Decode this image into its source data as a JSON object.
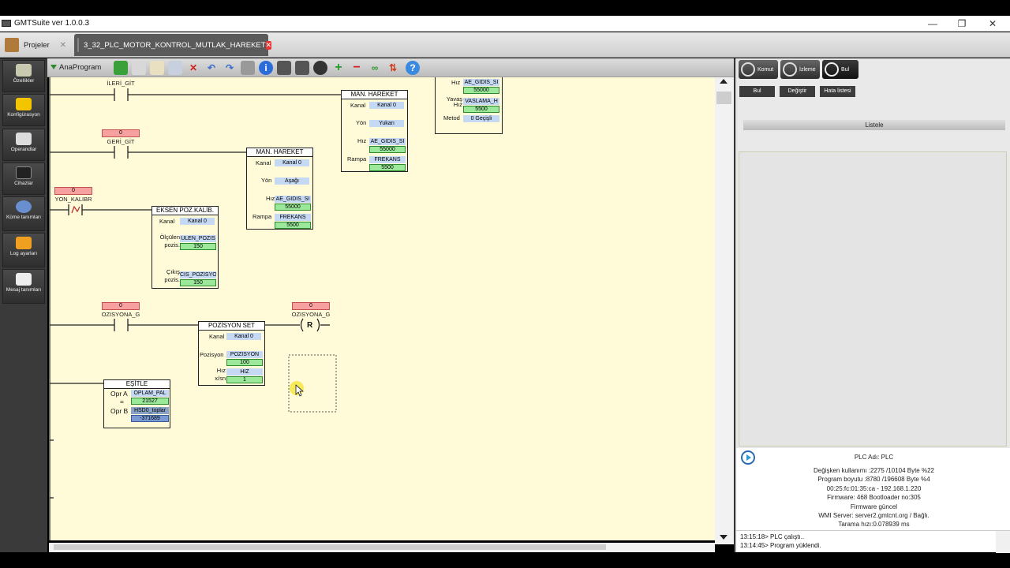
{
  "window": {
    "title": "GMTSuite ver 1.0.0.3",
    "min": "—",
    "max": "❐",
    "close": "✕"
  },
  "tabs": {
    "projects": "Projeler",
    "active": "3_32_PLC_MOTOR_KONTROL_MUTLAK_HAREKET",
    "close": "✕"
  },
  "sidebar": [
    "Özellikler",
    "Konfigürasyon",
    "Operandlar",
    "Cihazlar",
    "Küme tanımları",
    "Log ayarları",
    "Mesaj tanımları"
  ],
  "toolbar": {
    "program": "AnaProgram"
  },
  "rungs": {
    "r1": {
      "contact": "İLERİ_GİT"
    },
    "r2": {
      "value": "0",
      "contact": "GERİ_GİT"
    },
    "r3": {
      "value": "0",
      "contact": "YON_KALIBR"
    },
    "r4": {
      "value": "0",
      "contact": "OZISYONA_G",
      "coil_value": "0",
      "coil_tag": "OZISYONA_G",
      "coil": "R"
    }
  },
  "blocks": {
    "man1": {
      "title": "MAN. HAREKET",
      "kanal_label": "Kanal",
      "kanal": "Kanal 0",
      "yon_label": "Yön",
      "yon": "Yukarı",
      "hiz_label": "Hız",
      "hiz_tag": "AE_GIDIS_SI",
      "hiz_val": "55000",
      "rampa_label": "Rampa",
      "rampa_tag": "FREKANS",
      "rampa_val": "5500"
    },
    "man2": {
      "title": "MAN. HAREKET",
      "kanal_label": "Kanal",
      "kanal": "Kanal 0",
      "yon_label": "Yön",
      "yon": "Aşağı",
      "hiz_label": "Hız",
      "hiz_tag": "AE_GIDIS_SI",
      "hiz_val": "55000",
      "rampa_label": "Rampa",
      "rampa_tag": "FREKANS",
      "rampa_val": "5500"
    },
    "top": {
      "hiz_label": "Hız",
      "hiz_tag": "AE_GIDIS_SI",
      "hiz_val": "55000",
      "yavas_label": "Yavaş Hız",
      "yavas_tag": "VASLAMA_H",
      "yavas_val": "5500",
      "metod_label": "Metod",
      "metod": "0 Geçişli"
    },
    "kalib": {
      "title": "EKSEN POZ.KALİB.",
      "kanal_label": "Kanal",
      "kanal": "Kanal 0",
      "olc_label": "Ölçülen pozis.",
      "olc_tag": "ULEN_POZIS",
      "olc_val": "150",
      "cik_label": "Çıkış pozis.",
      "cik_tag": "CIS_POZISYO",
      "cik_val": "150"
    },
    "pozset": {
      "title": "POZİSYON SET",
      "kanal_label": "Kanal",
      "kanal": "Kanal 0",
      "poz_label": "Pozisyon",
      "poz_tag": "POZISYON",
      "poz_val": "100",
      "hiz_label": "Hız x/sn",
      "hiz_tag": "HIZ",
      "hiz_val": "1"
    },
    "esitle": {
      "title": "EŞİTLE",
      "a_label": "Opr A",
      "a_tag": "OPLAM_PAL",
      "eq": "=",
      "a_val": "21527",
      "b_label": "Opr B",
      "b_tag": "HSD0_toplar",
      "b_val": "-371689"
    }
  },
  "right_panel": {
    "tabs": [
      "Komut",
      "İzleme",
      "Bul"
    ],
    "subtabs": [
      "Bul",
      "Değiştir",
      "Hata listesi"
    ],
    "list_button": "Listele",
    "status": [
      "PLC Adı: PLC",
      "Değişken kullanımı :2275 /10104 Byte  %22",
      "Program boyutu :8780 /196608 Byte  %4",
      "00:25:fc:01:35:ca - 192.168.1.220",
      "Firmware: 468  Bootloader no:305",
      "Firmware güncel",
      "WMI Server: server2.gmtcnt.org  / Bağlı.",
      "Tarama hızı:0.078939 ms"
    ],
    "log": [
      "13:15:18> PLC çalıştı..",
      "13:14:45> Program yüklendi."
    ]
  }
}
